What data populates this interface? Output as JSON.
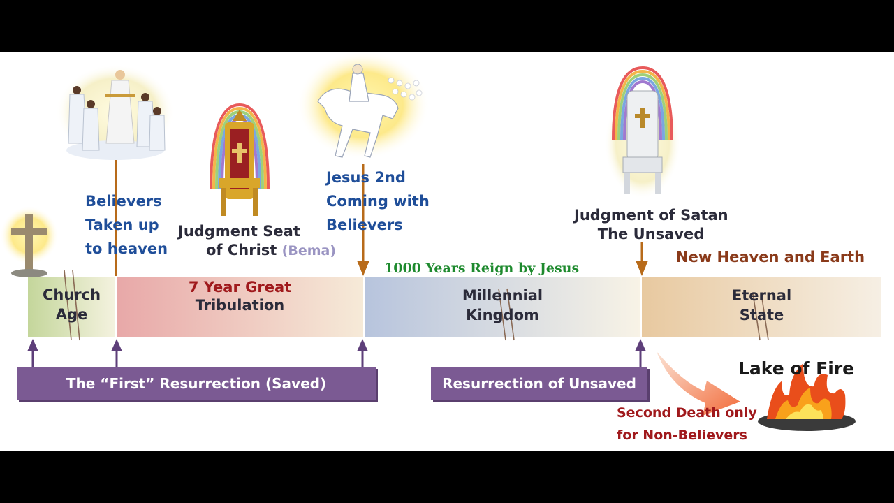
{
  "events": {
    "rapture": {
      "line1": "Believers",
      "line2": "Taken up",
      "line3": "to heaven"
    },
    "bema": {
      "line1": "Judgment Seat",
      "line2": "of Christ",
      "note": "(Bema)"
    },
    "second_coming": {
      "line1": "Jesus 2nd",
      "line2": "Coming with",
      "line3": "Believers"
    },
    "judgment": {
      "line1": "Judgment of Satan",
      "line2": "The Unsaved"
    },
    "reign": "1000 Years Reign by Jesus",
    "new_heaven": "New Heaven and Earth"
  },
  "timeline": [
    {
      "line1": "Church",
      "line2": "Age"
    },
    {
      "line1": "7 Year Great",
      "line2": "Tribulation"
    },
    {
      "line1": "Millennial",
      "line2": "Kingdom"
    },
    {
      "line1": "Eternal",
      "line2": "State"
    }
  ],
  "resurrections": {
    "first": "The “First” Resurrection (Saved)",
    "unsaved": "Resurrection of Unsaved"
  },
  "lake": {
    "title": "Lake of Fire",
    "caption1": "Second Death only",
    "caption2": "for Non-Believers"
  },
  "colors": {
    "church": "#c4d69b",
    "tribulation": "#e8a8a8",
    "millennial": "#b7c4dd",
    "eternal": "#e8c9a0",
    "purple_bar": "#7b5a93",
    "arrow_gold": "#b86b1a",
    "blue_text": "#1f4e99",
    "green_text": "#1e8a2e",
    "red_text": "#a0191c",
    "brown_text": "#8a3a1a"
  },
  "icons": [
    "cross-icon",
    "rapture-illustration",
    "throne-icon",
    "rider-illustration",
    "white-throne-icon",
    "fire-icon"
  ]
}
